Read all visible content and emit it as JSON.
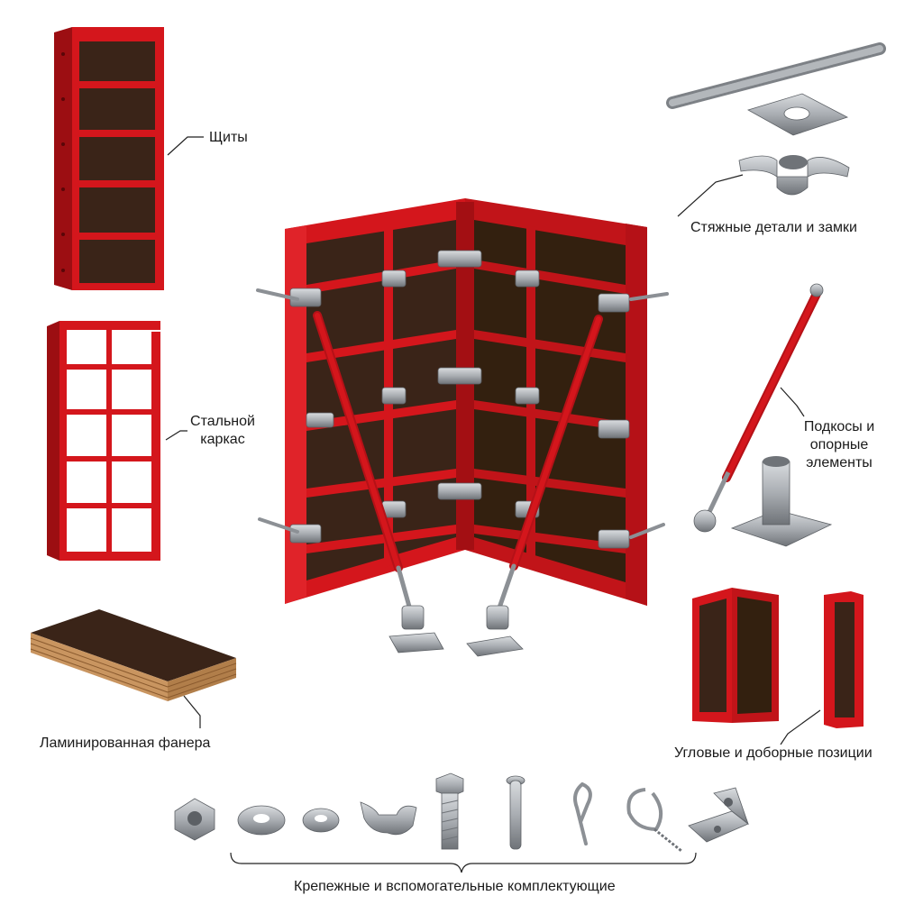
{
  "labels": {
    "shields": "Щиты",
    "steel_frame_1": "Стальной",
    "steel_frame_2": "каркас",
    "plywood": "Ламинированная фанера",
    "ties_locks": "Стяжные детали и замки",
    "braces_1": "Подкосы и",
    "braces_2": "опорные",
    "braces_3": "элементы",
    "corner_filler": "Угловые и доборные позиции",
    "fasteners": "Крепежные и вспомогательные комплектующие"
  },
  "colors": {
    "frame_red": "#d4161c",
    "frame_dark_red": "#9c0e12",
    "plywood_brown": "#3a2418",
    "steel_gray": "#a9adb2",
    "steel_dark": "#6f7378",
    "leader_line": "#222222"
  }
}
